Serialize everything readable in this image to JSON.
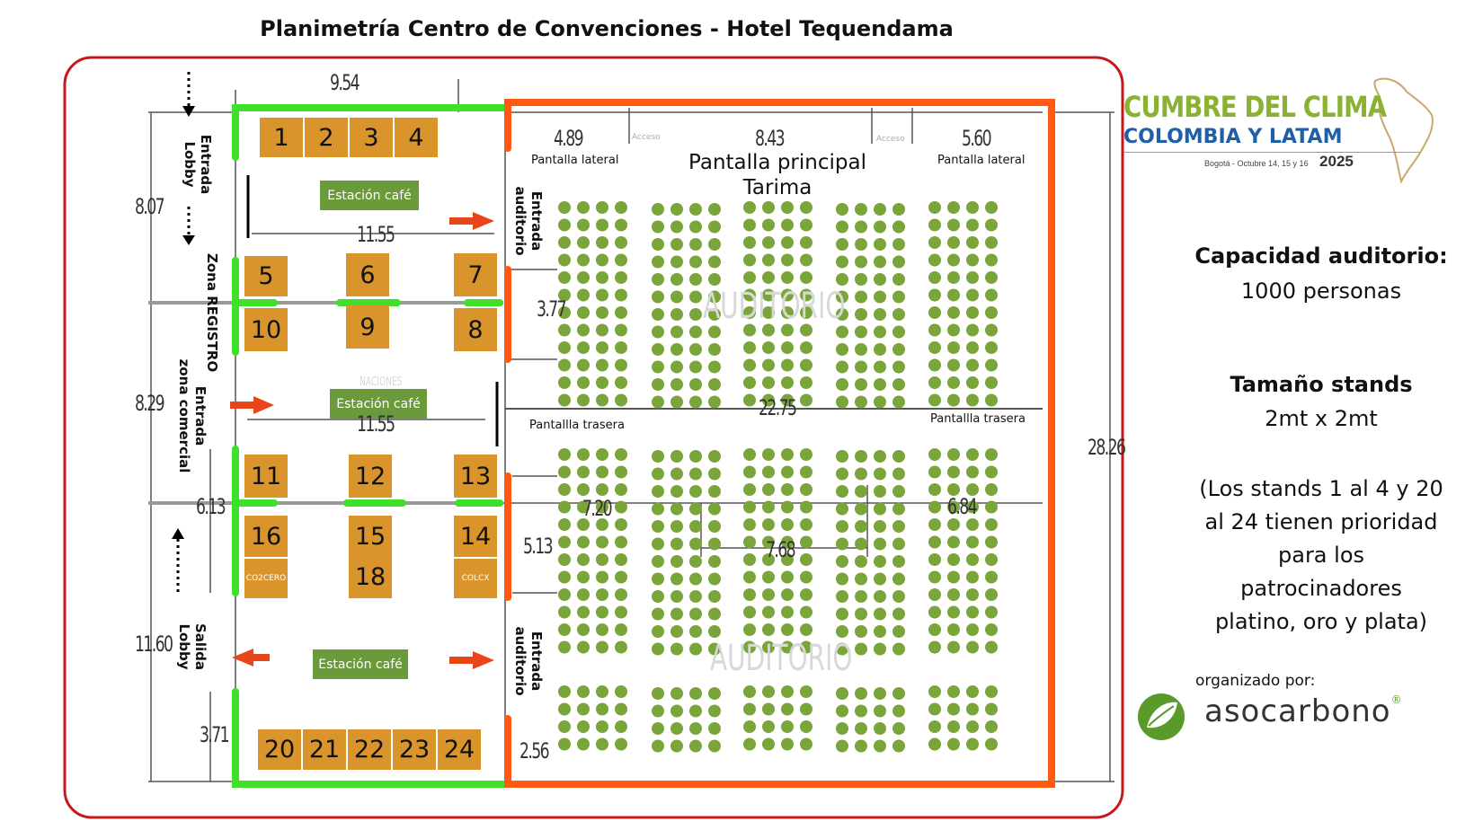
{
  "title": "Planimetría Centro de Convenciones - Hotel Tequendama",
  "colors": {
    "border_red": "#c8171c",
    "green_wall": "#3ee02a",
    "orange_wall": "#ff5a14",
    "stand": "#d9952b",
    "cafe": "#6b9a3a",
    "seat": "#7aa53a",
    "arrow": "#e8461a"
  },
  "stands": {
    "s1": "1",
    "s2": "2",
    "s3": "3",
    "s4": "4",
    "s5": "5",
    "s6": "6",
    "s7": "7",
    "s8": "8",
    "s9": "9",
    "s10": "10",
    "s11": "11",
    "s12": "12",
    "s13": "13",
    "s14": "14",
    "s15": "15",
    "s16": "16",
    "s18": "18",
    "co2cero": "CO2CERO",
    "colcx": "COLCX",
    "s20": "20",
    "s21": "21",
    "s22": "22",
    "s23": "23",
    "s24": "24"
  },
  "cafes": {
    "top": "Estación café",
    "middle": "Estación café",
    "bottom": "Estación café"
  },
  "labels": {
    "entrada_lobby": "Entrada\nLobby",
    "zona_registro": "Zona REGISTRO",
    "entrada_comercial": "Entrada\nzona comercial",
    "salida_lobby": "Salida\nLobby",
    "entrada_auditorio_top": "Entrada\nauditorio",
    "entrada_auditorio_bottom": "Entrada\nauditorio",
    "pantalla_lateral_left": "Pantalla lateral",
    "pantalla_lateral_right": "Pantalla lateral",
    "pantalla_principal": "Pantalla principal",
    "tarima": "Tarima",
    "pantalla_trasera_left": "Pantallla trasera",
    "pantalla_trasera_right": "Pantallla trasera",
    "watermark_auditorio_top": "AUDITORIO",
    "watermark_auditorio_bottom": "AUDITORIO",
    "watermark_naciones": "NACIONES",
    "acceso_1": "Acceso",
    "acceso_2": "Acceso"
  },
  "dimensions": {
    "d954": "9.54",
    "d489": "4.89",
    "d843": "8.43",
    "d560": "5.60",
    "d807": "8.07",
    "d1155a": "11.55",
    "d377": "3.77",
    "d829": "8.29",
    "d1155b": "11.55",
    "d2275": "22.75",
    "d2826": "28.26",
    "d613": "6.13",
    "d720": "7.20",
    "d513": "5.13",
    "d768": "7.68",
    "d684": "6.84",
    "d1160": "11.60",
    "d371": "3.71",
    "d256": "2.56"
  },
  "panel": {
    "capacidad_title": "Capacidad auditorio:",
    "capacidad_value": "1000 personas",
    "tamano_title": "Tamaño stands",
    "tamano_value": "2mt x 2mt",
    "note_1": "(Los stands 1 al 4 y 20",
    "note_2": "al 24 tienen prioridad",
    "note_3": "para los",
    "note_4": "patrocinadores",
    "note_5": "platino, oro y plata)",
    "organizado": "organizado por:"
  },
  "logo_cumbre": {
    "line1": "CUMBRE DEL CLIMA",
    "line2": "COLOMBIA Y LATAM",
    "line3": "Bogotá - Octubre 14, 15 y 16",
    "year": "2025"
  },
  "logo_aso": {
    "text": "asocarbono",
    "mark": "®"
  }
}
